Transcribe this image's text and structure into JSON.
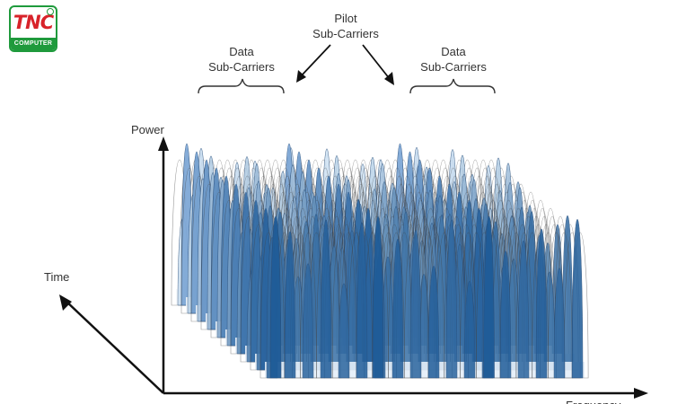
{
  "logo": {
    "mark": "TNC",
    "sub": "COMPUTER"
  },
  "labels": {
    "pilot": [
      "Pilot",
      "Sub-Carriers"
    ],
    "data_left": [
      "Data",
      "Sub-Carriers"
    ],
    "data_right": [
      "Data",
      "Sub-Carriers"
    ],
    "power": "Power",
    "time": "Time",
    "frequency": "Frequency"
  },
  "colors": {
    "axis": "#111111",
    "outline": "#444444",
    "light": "#cfe2f3",
    "dark": "#1f5c98",
    "pilot": "#7fa8d6"
  }
}
